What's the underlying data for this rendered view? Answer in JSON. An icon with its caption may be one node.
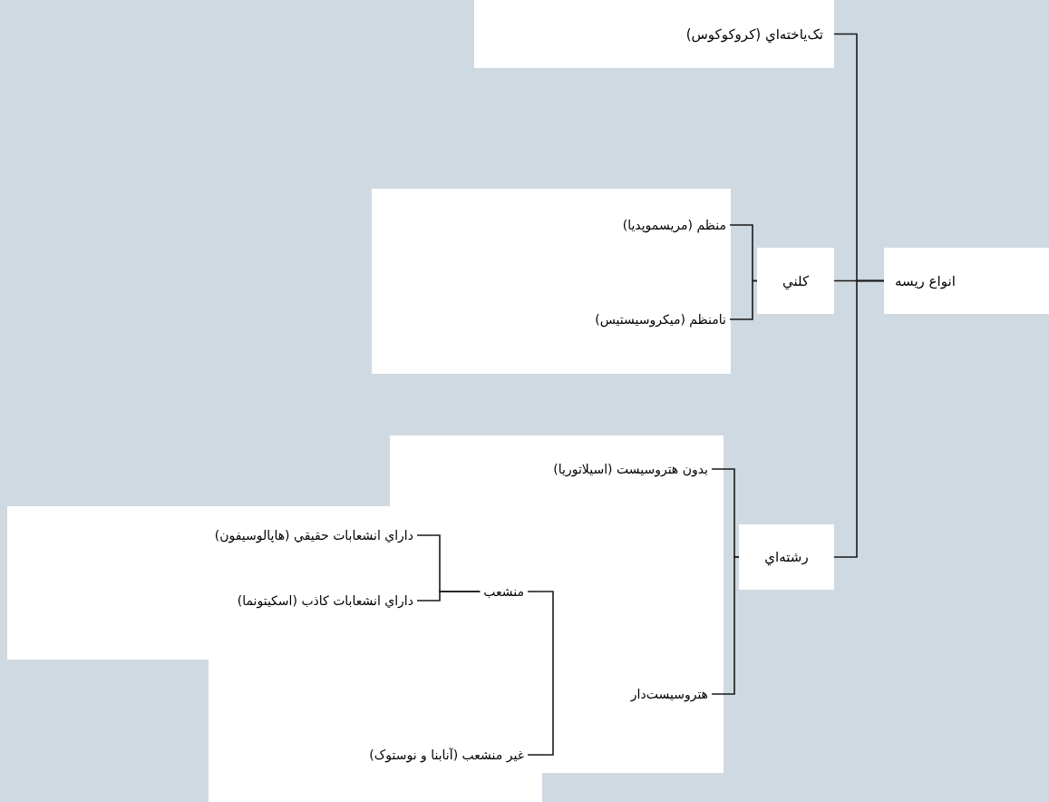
{
  "diagram": {
    "nodes": [
      {
        "text": [
          "انواع ريسه"
        ]
      },
      {
        "text": [
          "تک‌ياخته‌اي (کروکوکوس)"
        ]
      },
      {
        "text": [
          "کلني"
        ]
      },
      {
        "text": [
          "رشته‌اي"
        ]
      },
      {
        "text": [
          "منظم (مريسموپديا)"
        ]
      },
      {
        "text": [
          "نامنظم (ميکروسيستيس)"
        ]
      },
      {
        "text": [
          "بدون هتروسيست (اسيلاتوريا)"
        ]
      },
      {
        "text": [
          "هتروسيست‌دار"
        ]
      },
      {
        "text": [
          "منشعب"
        ]
      },
      {
        "text": [
          "داراي انشعابات حقيقي (هاپالوسيفون)"
        ]
      },
      {
        "text": [
          "داراي انشعابات کاذب (اسکيتونما)"
        ]
      },
      {
        "text": [
          "غير منشعب (آنابنا و نوستوک)"
        ]
      }
    ],
    "edges": [
      {
        "from": 0,
        "to": 1,
        "arrow": "none"
      },
      {
        "from": 0,
        "to": 2,
        "arrow": "none"
      },
      {
        "from": 0,
        "to": 3,
        "arrow": "none"
      },
      {
        "from": 2,
        "to": 4,
        "arrow": "none"
      },
      {
        "from": 2,
        "to": 5,
        "arrow": "none"
      },
      {
        "from": 3,
        "to": 6,
        "arrow": "none"
      },
      {
        "from": 3,
        "to": 7,
        "arrow": "none"
      },
      {
        "from": 8,
        "to": 9,
        "arrow": "none"
      },
      {
        "from": 8,
        "to": 10,
        "arrow": "none"
      },
      {
        "from": 8,
        "to": 11,
        "arrow": "none"
      }
    ]
  }
}
